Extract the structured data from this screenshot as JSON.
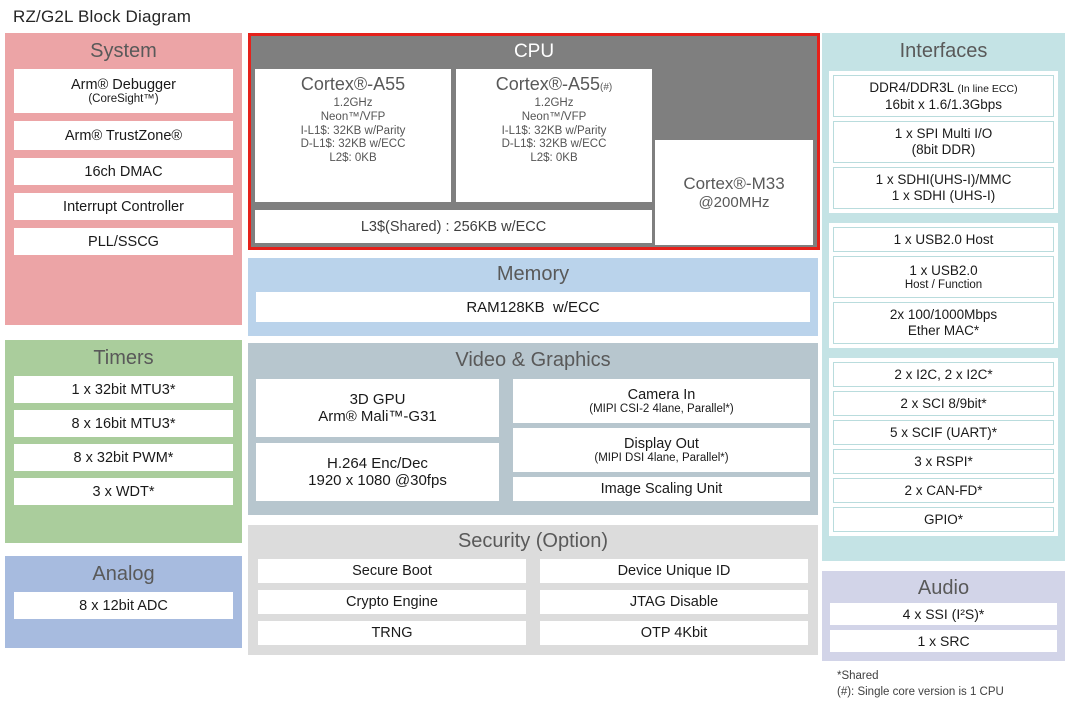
{
  "title": "RZ/G2L Block Diagram",
  "palette": {
    "system_bg": "#eca4a6",
    "timers_bg": "#aacd9c",
    "analog_bg": "#a7bbdf",
    "cpu_bg": "#7f7f7f",
    "cpu_border_red": "#e5211b",
    "memory_bg": "#bad3eb",
    "video_bg": "#b7c6ce",
    "security_bg": "#dcdcdc",
    "interfaces_bg": "#c4e3e5",
    "audio_bg": "#d2d4e8",
    "header_text": "#595959"
  },
  "system": {
    "header": "System",
    "items": [
      {
        "lines": [
          "Arm® Debugger",
          "(CoreSight™)"
        ]
      },
      {
        "lines": [
          "Arm® TrustZone®"
        ]
      },
      {
        "lines": [
          "16ch DMAC"
        ]
      },
      {
        "lines": [
          "Interrupt Controller"
        ]
      },
      {
        "lines": [
          "PLL/SSCG"
        ]
      }
    ]
  },
  "timers": {
    "header": "Timers",
    "items": [
      "1 x 32bit MTU3*",
      "8 x 16bit MTU3*",
      "8 x 32bit PWM*",
      "3 x WDT*"
    ]
  },
  "analog": {
    "header": "Analog",
    "items": [
      "8 x 12bit ADC"
    ]
  },
  "cpu": {
    "header": "CPU",
    "core1": {
      "name": "Cortex®-A55",
      "suffix": "",
      "specs": [
        "1.2GHz",
        "Neon™/VFP",
        "I-L1$: 32KB w/Parity",
        "D-L1$: 32KB w/ECC",
        "L2$: 0KB"
      ]
    },
    "core2": {
      "name": "Cortex®-A55",
      "suffix": "(#)",
      "specs": [
        "1.2GHz",
        "Neon™/VFP",
        "I-L1$: 32KB w/Parity",
        "D-L1$: 32KB w/ECC",
        "L2$: 0KB"
      ]
    },
    "m33": {
      "name": "Cortex®-M33",
      "clock": "@200MHz"
    },
    "l3": "L3$(Shared) : 256KB w/ECC"
  },
  "memory": {
    "header": "Memory",
    "item": "RAM128KB  w/ECC"
  },
  "video": {
    "header": "Video & Graphics",
    "left": [
      {
        "lines": [
          "3D GPU",
          "Arm® Mali™-G31"
        ]
      },
      {
        "lines": [
          "H.264 Enc/Dec",
          "1920 x 1080 @30fps"
        ]
      }
    ],
    "right": [
      {
        "lines": [
          "Camera In",
          "(MIPI CSI-2 4lane, Parallel*)"
        ]
      },
      {
        "lines": [
          "Display Out",
          "(MIPI DSI 4lane, Parallel*)"
        ]
      },
      {
        "lines": [
          "Image Scaling Unit"
        ]
      }
    ]
  },
  "security": {
    "header": "Security (Option)",
    "left": [
      "Secure Boot",
      "Crypto Engine",
      "TRNG"
    ],
    "right": [
      "Device Unique ID",
      "JTAG Disable",
      "OTP 4Kbit"
    ]
  },
  "interfaces": {
    "header": "Interfaces",
    "ddr": {
      "main": "DDR4/DDR3L",
      "note": "(In line ECC)",
      "line2": "16bit x 1.6/1.3Gbps"
    },
    "spi": {
      "lines": [
        "1 x SPI Multi I/O",
        "(8bit DDR)"
      ]
    },
    "sdhi": {
      "lines": [
        "1 x SDHI(UHS-I)/MMC",
        "1 x SDHI (UHS-I)"
      ]
    },
    "usb_host": "1 x USB2.0 Host",
    "usb_hf": {
      "lines": [
        "1 x USB2.0",
        "Host / Function"
      ]
    },
    "ether": {
      "lines": [
        "2x 100/1000Mbps",
        "Ether MAC*"
      ]
    },
    "serial": [
      "2 x I2C, 2 x I2C*",
      "2 x SCI 8/9bit*",
      "5 x SCIF (UART)*",
      "3 x RSPI*",
      "2 x CAN-FD*",
      "GPIO*"
    ]
  },
  "audio": {
    "header": "Audio",
    "items": [
      "4 x SSI (I²S)*",
      "1 x SRC"
    ]
  },
  "footnotes": [
    "*Shared",
    "(#): Single core version is 1 CPU"
  ]
}
